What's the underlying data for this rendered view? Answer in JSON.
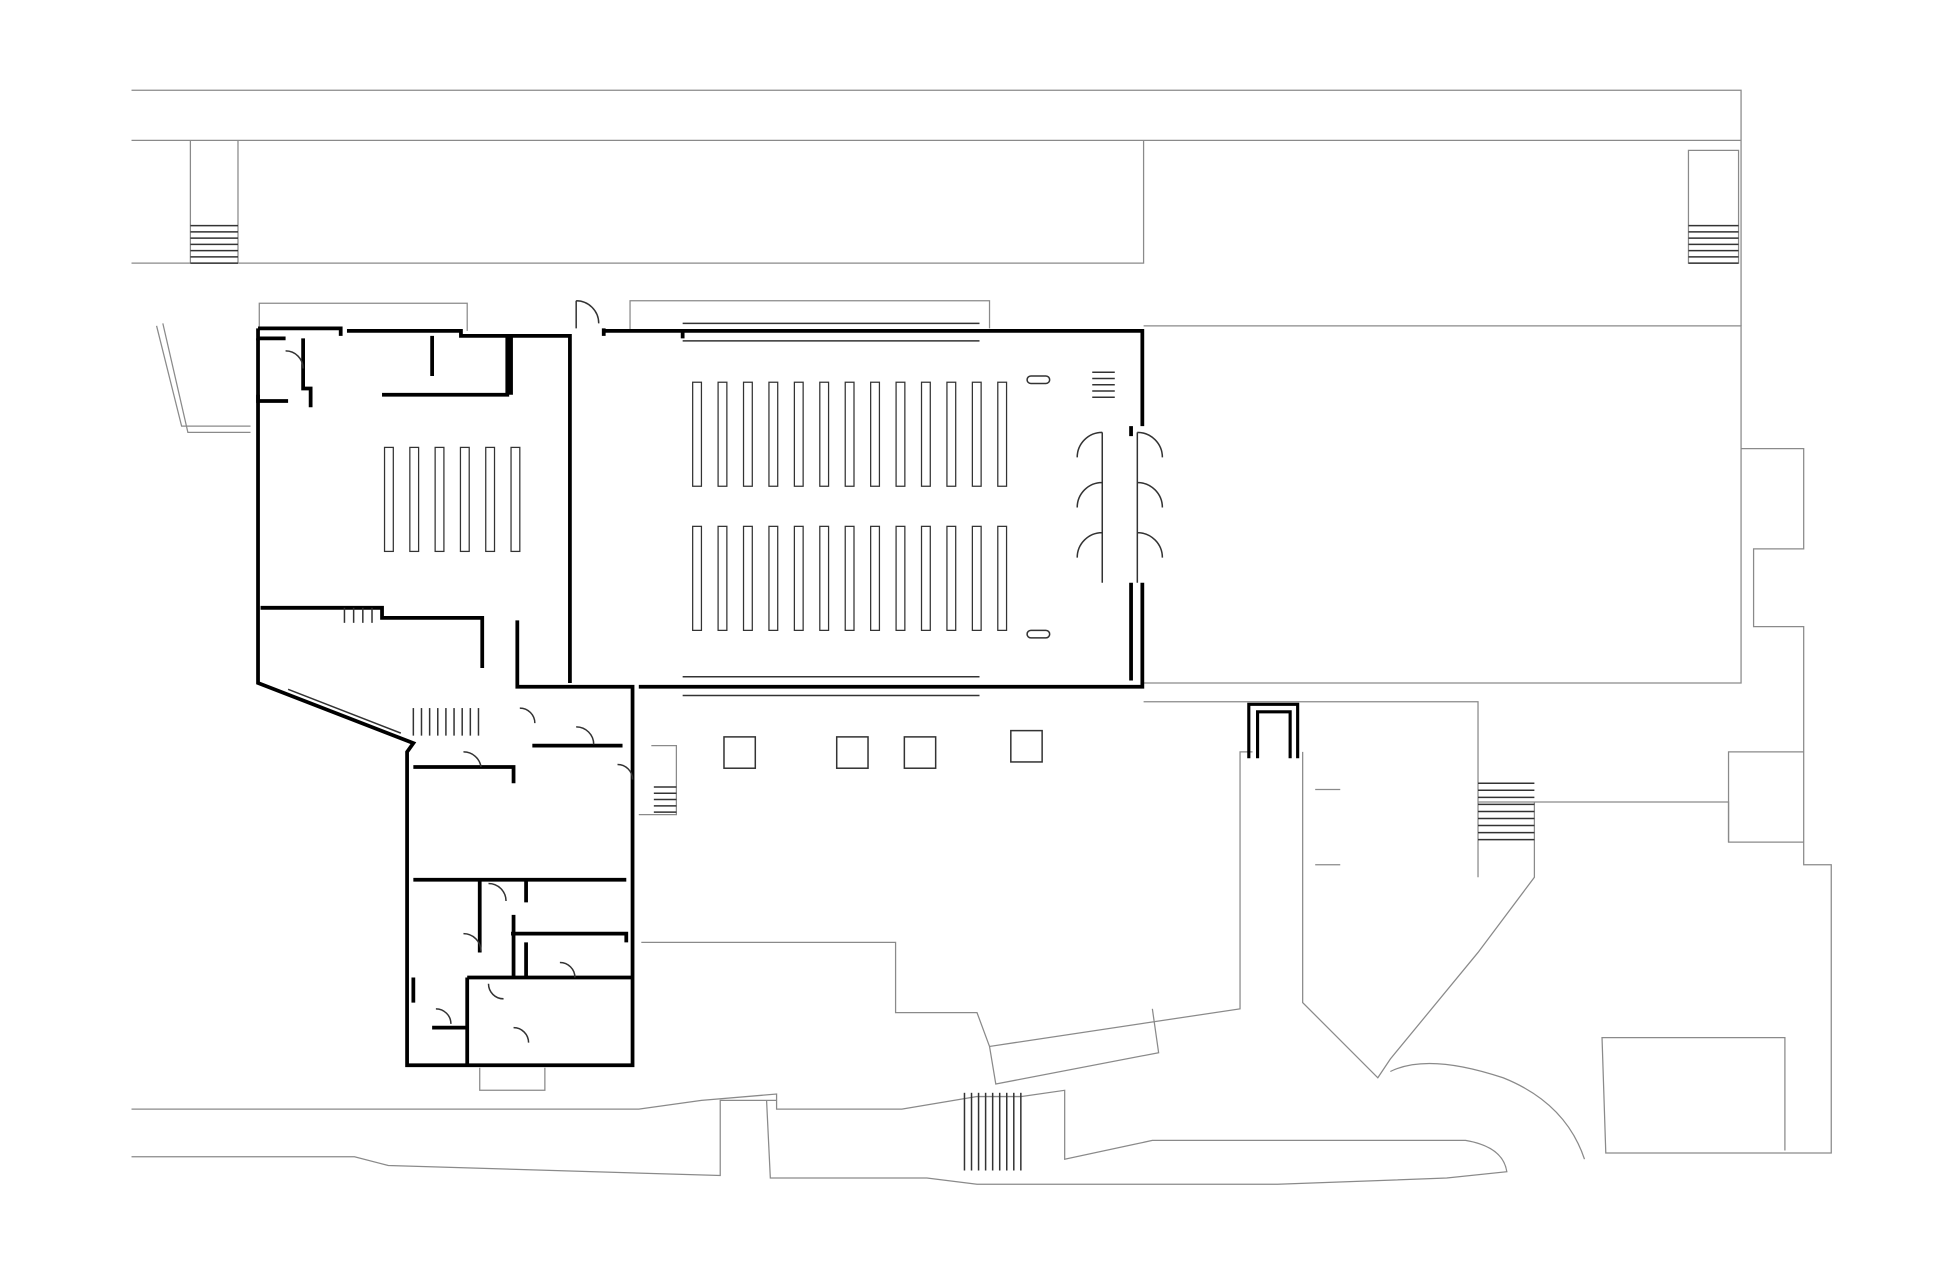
{
  "drawing": {
    "colors": {
      "background": "#ffffff",
      "wall": "#000000",
      "site_line": "#8a8a8a",
      "detail_line": "#333333"
    },
    "layers": [
      "site-outline",
      "building-walls",
      "pews",
      "doors",
      "stairs"
    ]
  }
}
